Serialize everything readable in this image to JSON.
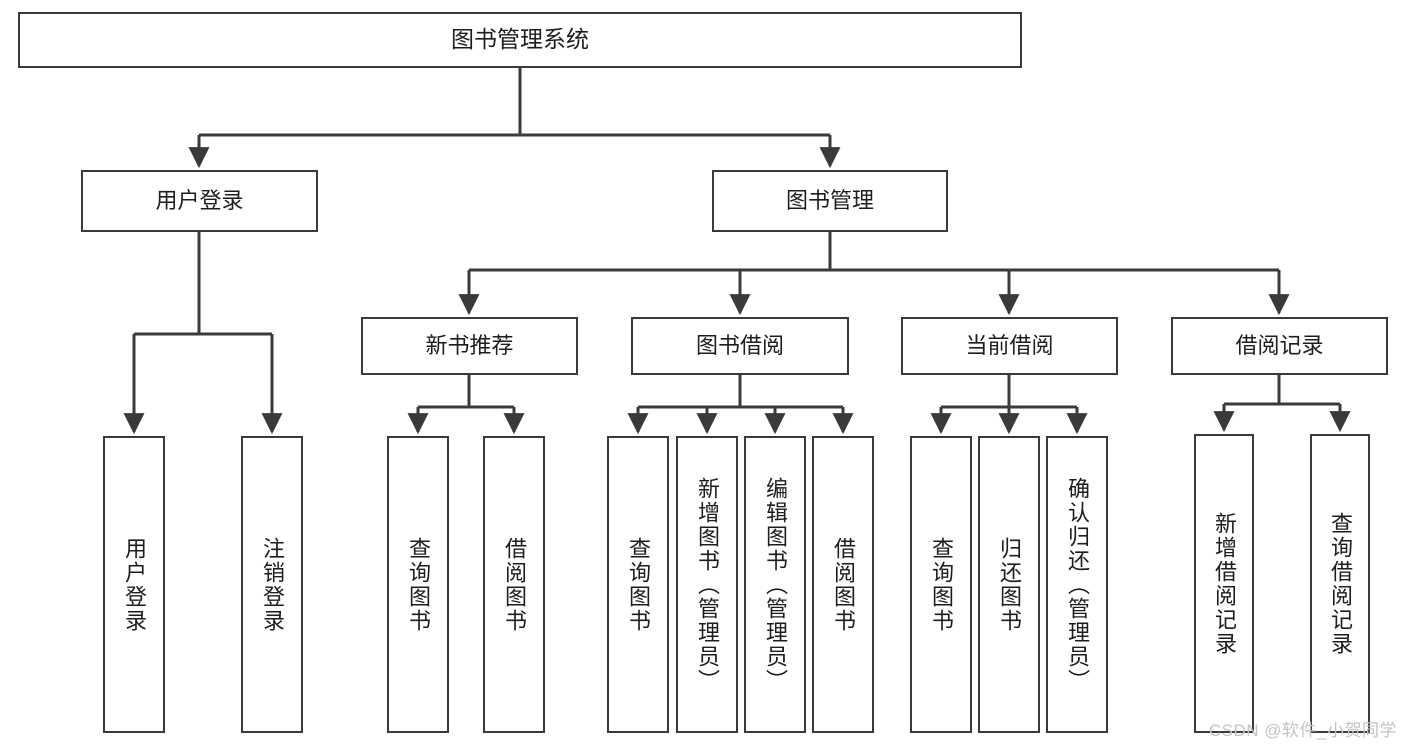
{
  "diagram": {
    "title_node": {
      "id": "root",
      "label": "图书管理系统"
    },
    "level2": [
      {
        "id": "user-login",
        "label": "用户登录"
      },
      {
        "id": "book-manage",
        "label": "图书管理"
      }
    ],
    "level3": [
      {
        "id": "new-book-recommend",
        "label": "新书推荐"
      },
      {
        "id": "book-borrow",
        "label": "图书借阅"
      },
      {
        "id": "current-borrow",
        "label": "当前借阅"
      },
      {
        "id": "borrow-record",
        "label": "借阅记录"
      }
    ],
    "leaves": [
      {
        "id": "leaf-user-login",
        "label": "用户登录"
      },
      {
        "id": "leaf-logout-login",
        "label": "注销登录"
      },
      {
        "id": "leaf-query-book-1",
        "label": "查询图书"
      },
      {
        "id": "leaf-borrow-book-1",
        "label": "借阅图书"
      },
      {
        "id": "leaf-query-book-2",
        "label": "查询图书"
      },
      {
        "id": "leaf-add-book-admin",
        "label": "新增图书（管理员）"
      },
      {
        "id": "leaf-edit-book-admin",
        "label": "编辑图书（管理员）"
      },
      {
        "id": "leaf-borrow-book-2",
        "label": "借阅图书"
      },
      {
        "id": "leaf-query-book-3",
        "label": "查询图书"
      },
      {
        "id": "leaf-return-book",
        "label": "归还图书"
      },
      {
        "id": "leaf-confirm-return-admin",
        "label": "确认归还（管理员）"
      },
      {
        "id": "leaf-add-borrow-record",
        "label": "新增借阅记录"
      },
      {
        "id": "leaf-query-borrow-record",
        "label": "查询借阅记录"
      }
    ]
  },
  "watermark": {
    "text": "CSDN @软件_小贺同学"
  },
  "colors": {
    "box_border": "#3a3a3a",
    "box_fill": "#ffffff",
    "edge": "#3a3a3a",
    "text": "#1d1d1d",
    "watermark": "#c3c3c3",
    "background": "#ffffff"
  }
}
